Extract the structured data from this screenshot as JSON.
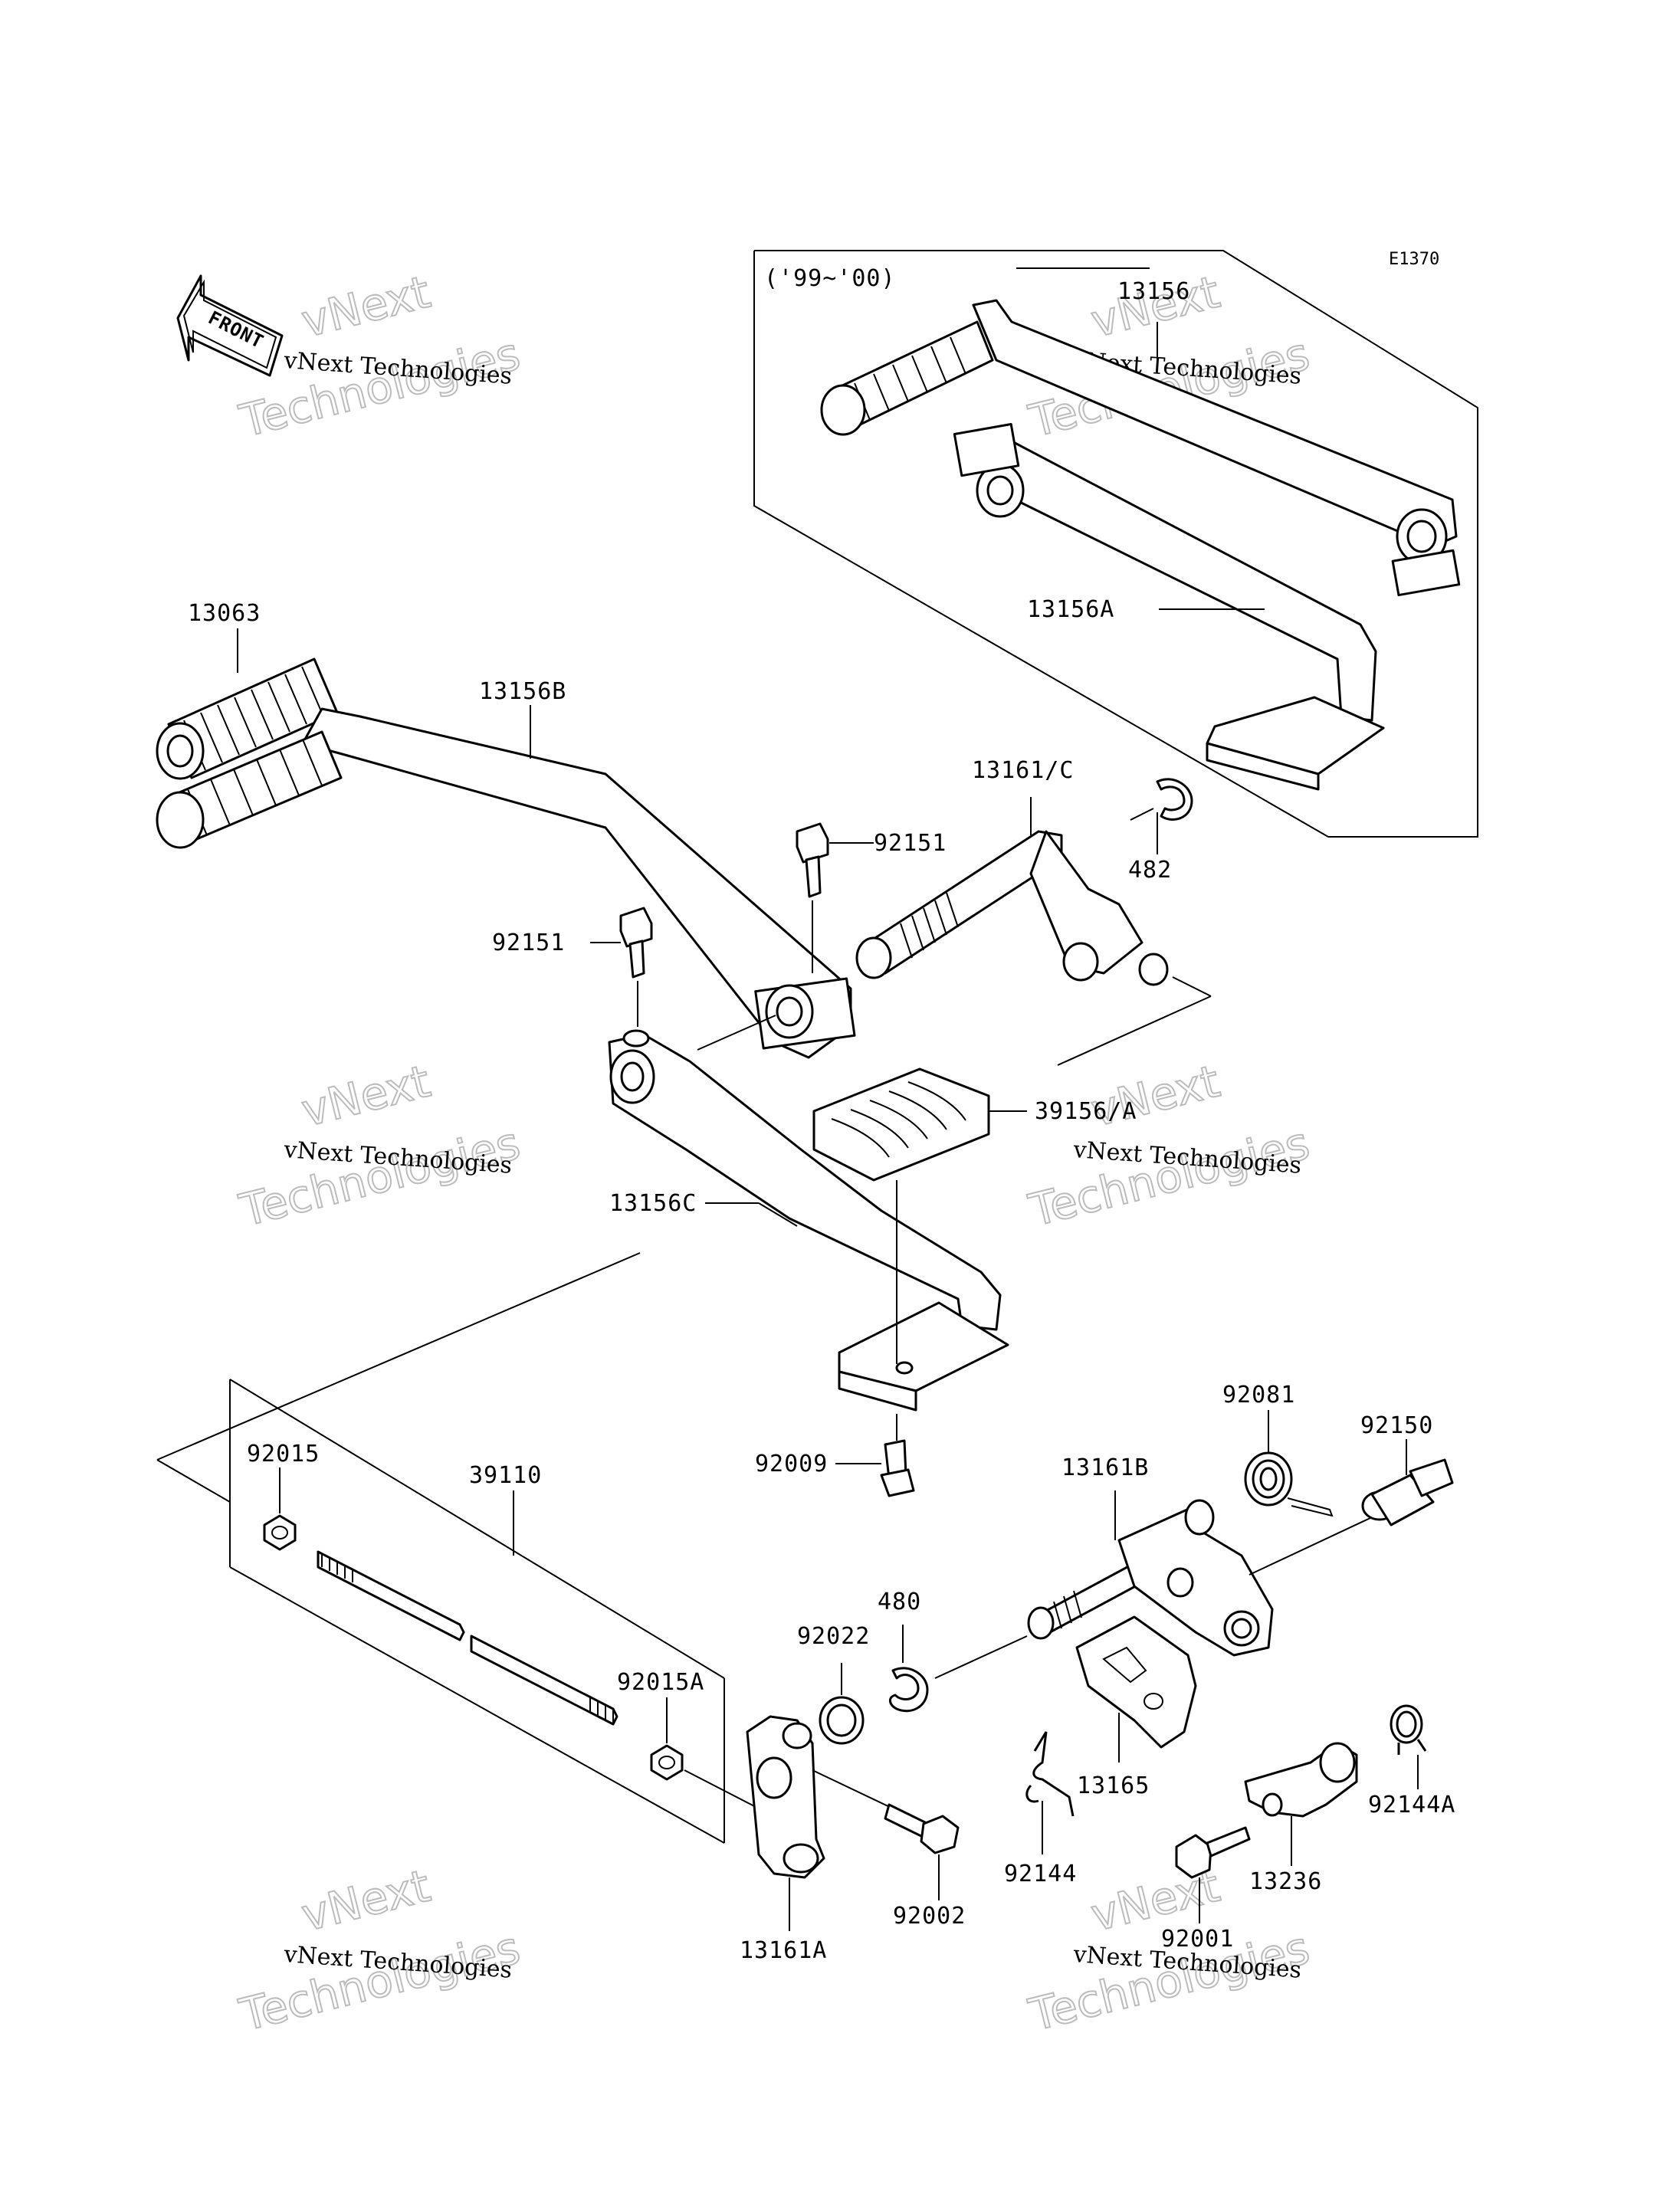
{
  "diagram_code": "E1370",
  "year_range_label": "('99~'00)",
  "front_label": "FRONT",
  "watermark": {
    "company": "vNext Technologies",
    "big_line1": "vNext",
    "big_line2": "Technologies"
  },
  "parts": {
    "p13063": "13063",
    "p13156": "13156",
    "p13156A": "13156A",
    "p13156B": "13156B",
    "p13156C": "13156C",
    "p13161C": "13161/C",
    "p482": "482",
    "p92151_upper": "92151",
    "p92151_lower": "92151",
    "p39156A": "39156/A",
    "p92009": "92009",
    "p92081": "92081",
    "p92150": "92150",
    "p13161B": "13161B",
    "p92015": "92015",
    "p39110": "39110",
    "p92015A": "92015A",
    "p480": "480",
    "p92022": "92022",
    "p13165": "13165",
    "p92144": "92144",
    "p92144A": "92144A",
    "p13236": "13236",
    "p92002": "92002",
    "p13161A": "13161A",
    "p92001": "92001"
  }
}
